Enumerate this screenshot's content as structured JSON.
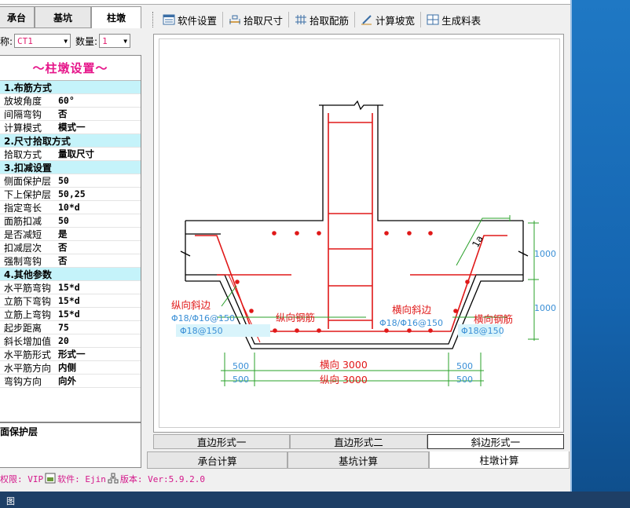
{
  "left_tabs": [
    "承台",
    "基坑",
    "柱墩"
  ],
  "selector": {
    "name_label": "称:",
    "name_value": "CT1",
    "count_label": "数量:",
    "count_value": "1"
  },
  "props": {
    "title": "～柱墩设置～",
    "sections": [
      {
        "title": "1.布筋方式",
        "rows": [
          [
            "放坡角度",
            "60°"
          ],
          [
            "间隔弯钩",
            "否"
          ],
          [
            "计算模式",
            "模式一"
          ]
        ]
      },
      {
        "title": "2.尺寸拾取方式",
        "rows": [
          [
            "拾取方式",
            "量取尺寸"
          ]
        ]
      },
      {
        "title": "3.扣减设置",
        "rows": [
          [
            "侧面保护层",
            "50"
          ],
          [
            "下上保护层",
            "50,25"
          ],
          [
            "指定弯长",
            "10*d"
          ],
          [
            "面筋扣减",
            "50"
          ],
          [
            "是否减短",
            "是"
          ],
          [
            "扣减层次",
            "否"
          ],
          [
            "强制弯钩",
            "否"
          ]
        ]
      },
      {
        "title": "4.其他参数",
        "rows": [
          [
            "水平筋弯钩",
            "15*d"
          ],
          [
            "立筋下弯钩",
            "15*d"
          ],
          [
            "立筋上弯钩",
            "15*d"
          ],
          [
            "起步距离",
            "75"
          ],
          [
            "斜长增加值",
            "20"
          ],
          [
            "水平筋形式",
            "形式一"
          ],
          [
            "水平筋方向",
            "内侧"
          ],
          [
            "弯钩方向",
            "向外"
          ]
        ]
      }
    ],
    "description": "面保护层"
  },
  "toolbar": [
    "软件设置",
    "拾取尺寸",
    "拾取配筋",
    "计算坡宽",
    "生成料表"
  ],
  "drawing": {
    "labels": {
      "zx_side": "纵向斜边",
      "zx_side_spec": "Φ18/Φ16@150",
      "zx_bar": "纵向钢筋",
      "zx_bar_spec": "Φ18@150",
      "hx_side": "横向斜边",
      "hx_side_spec": "Φ18/Φ16@150",
      "hx_bar": "横向钢筋",
      "hx_bar_spec": "Φ18@150",
      "slope": "1a",
      "dim_top": "1000",
      "dim_bot": "1000",
      "dim_l1": "500",
      "dim_l2": "500",
      "dim_r1": "500",
      "dim_r2": "500",
      "hx_len": "横向 3000",
      "zx_len": "纵向 3000"
    }
  },
  "sub_tabs": [
    "直边形式一",
    "直边形式二",
    "斜边形式一"
  ],
  "bottom_tabs": [
    "承台计算",
    "基坑计算",
    "柱墩计算"
  ],
  "status": {
    "perm": "权限: VIP",
    "software": "软件: Ejin",
    "version": "版本: Ver:5.9.2.0"
  },
  "taskbar_text": "图",
  "colors": {
    "accent_pink": "#e6168a",
    "section_bg": "#c5f3fa",
    "rebar_red": "#e01818",
    "dim_green": "#2aa02a"
  }
}
